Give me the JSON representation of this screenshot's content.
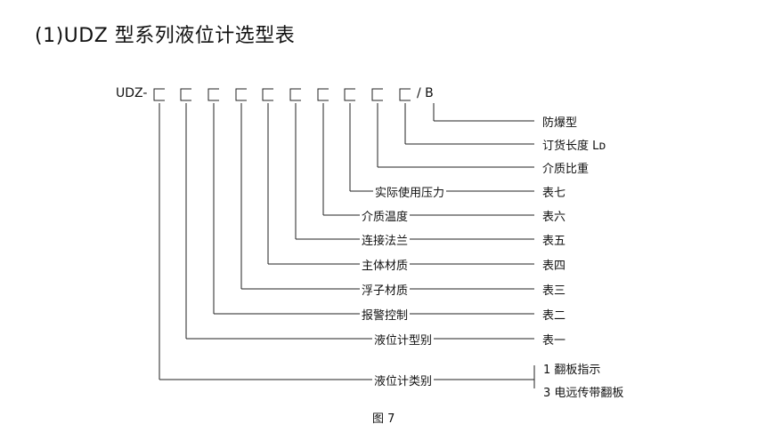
{
  "title": "(1)UDZ 型系列液位计选型表",
  "code": {
    "prefix": "UDZ-",
    "suffix": "/ B"
  },
  "rows": [
    {
      "left": "",
      "right": "防爆型"
    },
    {
      "left": "",
      "right": "订货长度 Lᴅ"
    },
    {
      "left": "",
      "right": "介质比重"
    },
    {
      "left": "实际使用压力",
      "right": "表七"
    },
    {
      "left": "介质温度",
      "right": "表六"
    },
    {
      "left": "连接法兰",
      "right": "表五"
    },
    {
      "left": "主体材质",
      "right": "表四"
    },
    {
      "left": "浮子材质",
      "right": "表三"
    },
    {
      "left": "报警控制",
      "right": "表二"
    },
    {
      "left": "液位计型别",
      "right": "表一"
    },
    {
      "left": "液位计类别",
      "right": ""
    }
  ],
  "category_options": [
    "1 翻板指示",
    "3 电远传带翻板"
  ],
  "caption": "图 7"
}
